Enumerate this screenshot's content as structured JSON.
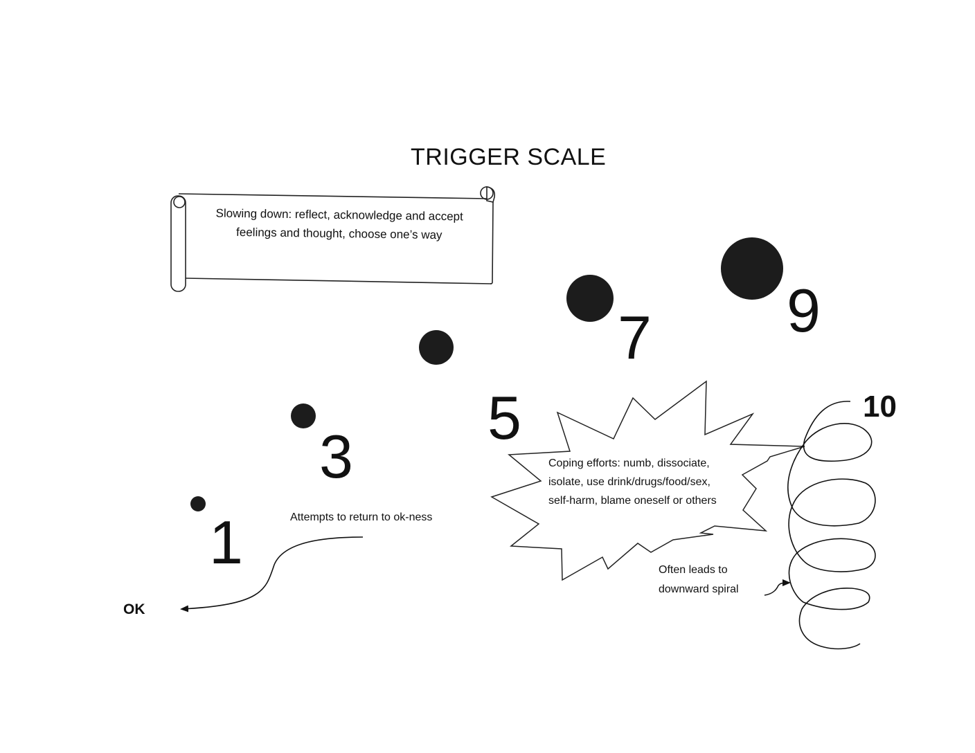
{
  "title": "TRIGGER SCALE",
  "scroll_text": "Slowing down: reflect, acknowledge and accept feelings and thought, choose one’s way",
  "scale": [
    {
      "label": "1",
      "level": 1
    },
    {
      "label": "3",
      "level": 3
    },
    {
      "label": "5",
      "level": 5
    },
    {
      "label": "7",
      "level": 7
    },
    {
      "label": "9",
      "level": 9
    },
    {
      "label": "10",
      "level": 10
    }
  ],
  "ok_label": "OK",
  "attempts_label": "Attempts to return to ok-ness",
  "coping": {
    "lines": [
      "Coping efforts: numb, dissociate,",
      "isolate, use drink/drugs/food/sex,",
      "self-harm, blame oneself or others"
    ]
  },
  "spiral_note": {
    "lines": [
      "Often leads to",
      "downward spiral"
    ]
  },
  "colors": {
    "ink": "#111111",
    "dot": "#1c1c1c",
    "background": "#ffffff"
  }
}
